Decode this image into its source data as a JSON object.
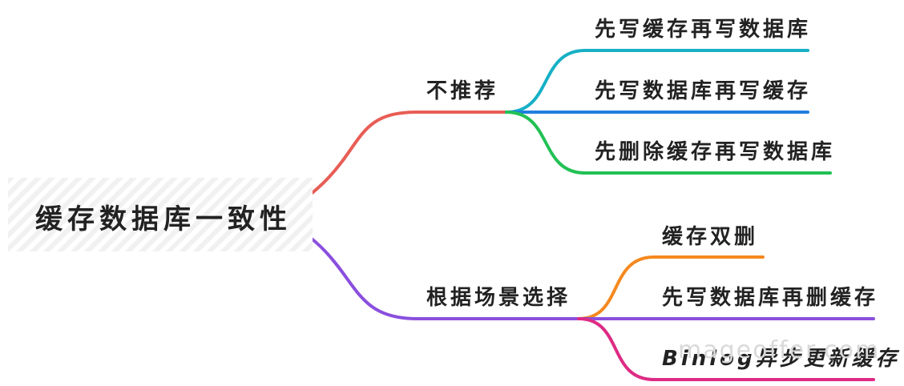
{
  "root": {
    "label": "缓存数据库一致性"
  },
  "branches": [
    {
      "label": "不推荐",
      "color": "#e85d55",
      "children": [
        {
          "label": "先写缓存再写数据库",
          "color": "#17b0c6"
        },
        {
          "label": "先写数据库再写缓存",
          "color": "#1f7fe0"
        },
        {
          "label": "先删除缓存再写数据库",
          "color": "#22c155"
        }
      ]
    },
    {
      "label": "根据场景选择",
      "color": "#8a4fde",
      "children": [
        {
          "label": "缓存双删",
          "color": "#f5891f"
        },
        {
          "label": "先写数据库再删缓存",
          "color": "#8a4fde"
        },
        {
          "label": "Binlog异步更新缓存",
          "color": "#dd2b84"
        }
      ]
    }
  ],
  "watermark": "mageoffer.com"
}
